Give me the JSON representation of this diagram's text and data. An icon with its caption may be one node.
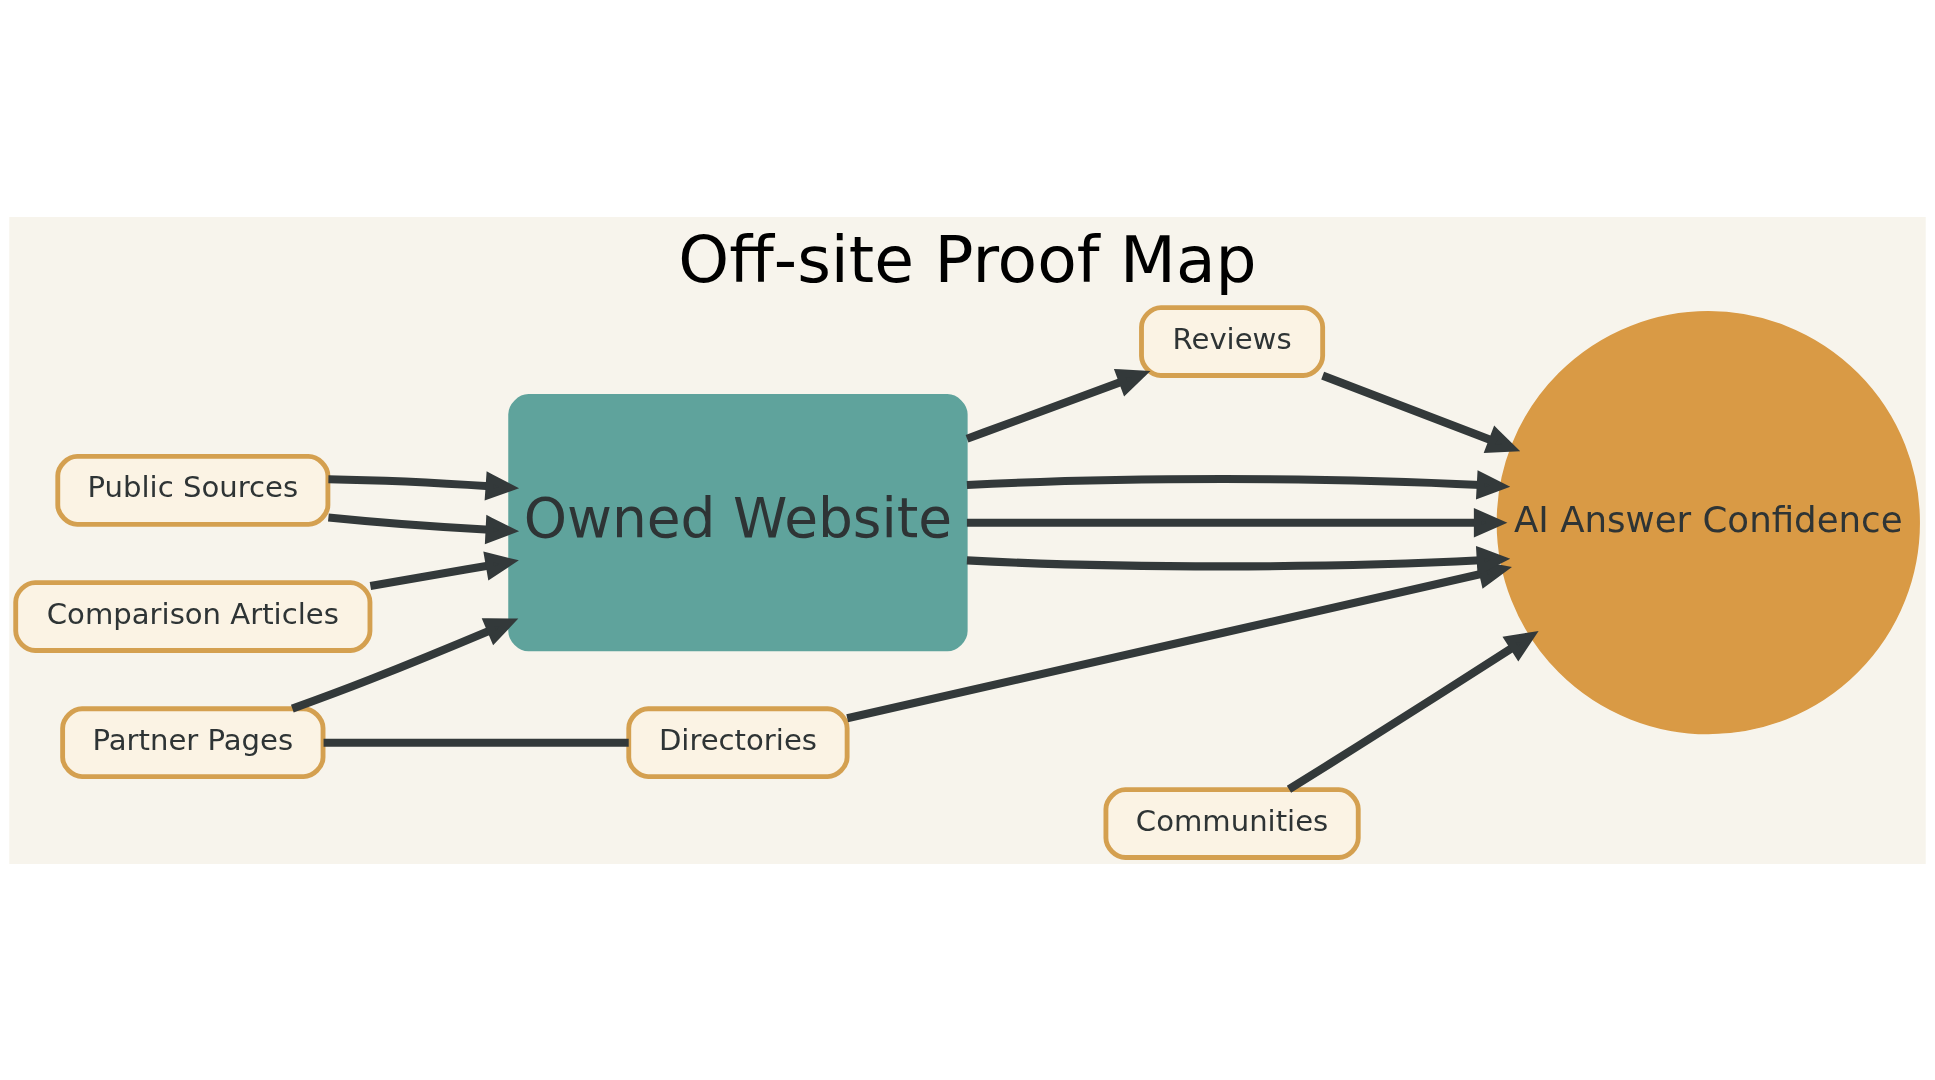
{
  "diagram": {
    "title": "Off-site Proof Map",
    "nodes": [
      {
        "text": [
          "Public Sources"
        ]
      },
      {
        "text": [
          "Comparison Articles"
        ]
      },
      {
        "text": [
          "Partner Pages"
        ]
      },
      {
        "text": [
          "Directories"
        ]
      },
      {
        "text": [
          "Owned Website"
        ]
      },
      {
        "text": [
          "Reviews"
        ]
      },
      {
        "text": [
          "Communities"
        ]
      },
      {
        "text": [
          "AI Answer Confidence"
        ]
      }
    ],
    "edges": [
      {
        "from": 0,
        "to": 4,
        "arrow": "to"
      },
      {
        "from": 0,
        "to": 4,
        "arrow": "to"
      },
      {
        "from": 1,
        "to": 4,
        "arrow": "to"
      },
      {
        "from": 2,
        "to": 4,
        "arrow": "to"
      },
      {
        "from": 2,
        "to": 3,
        "arrow": "none"
      },
      {
        "from": 4,
        "to": 5,
        "arrow": "to"
      },
      {
        "from": 5,
        "to": 7,
        "arrow": "to"
      },
      {
        "from": 4,
        "to": 7,
        "arrow": "to"
      },
      {
        "from": 6,
        "to": 7,
        "arrow": "to"
      },
      {
        "from": 4,
        "to": 7,
        "arrow": "to"
      },
      {
        "from": 4,
        "to": 7,
        "arrow": "to"
      },
      {
        "from": 3,
        "to": 7,
        "arrow": "to"
      }
    ]
  }
}
